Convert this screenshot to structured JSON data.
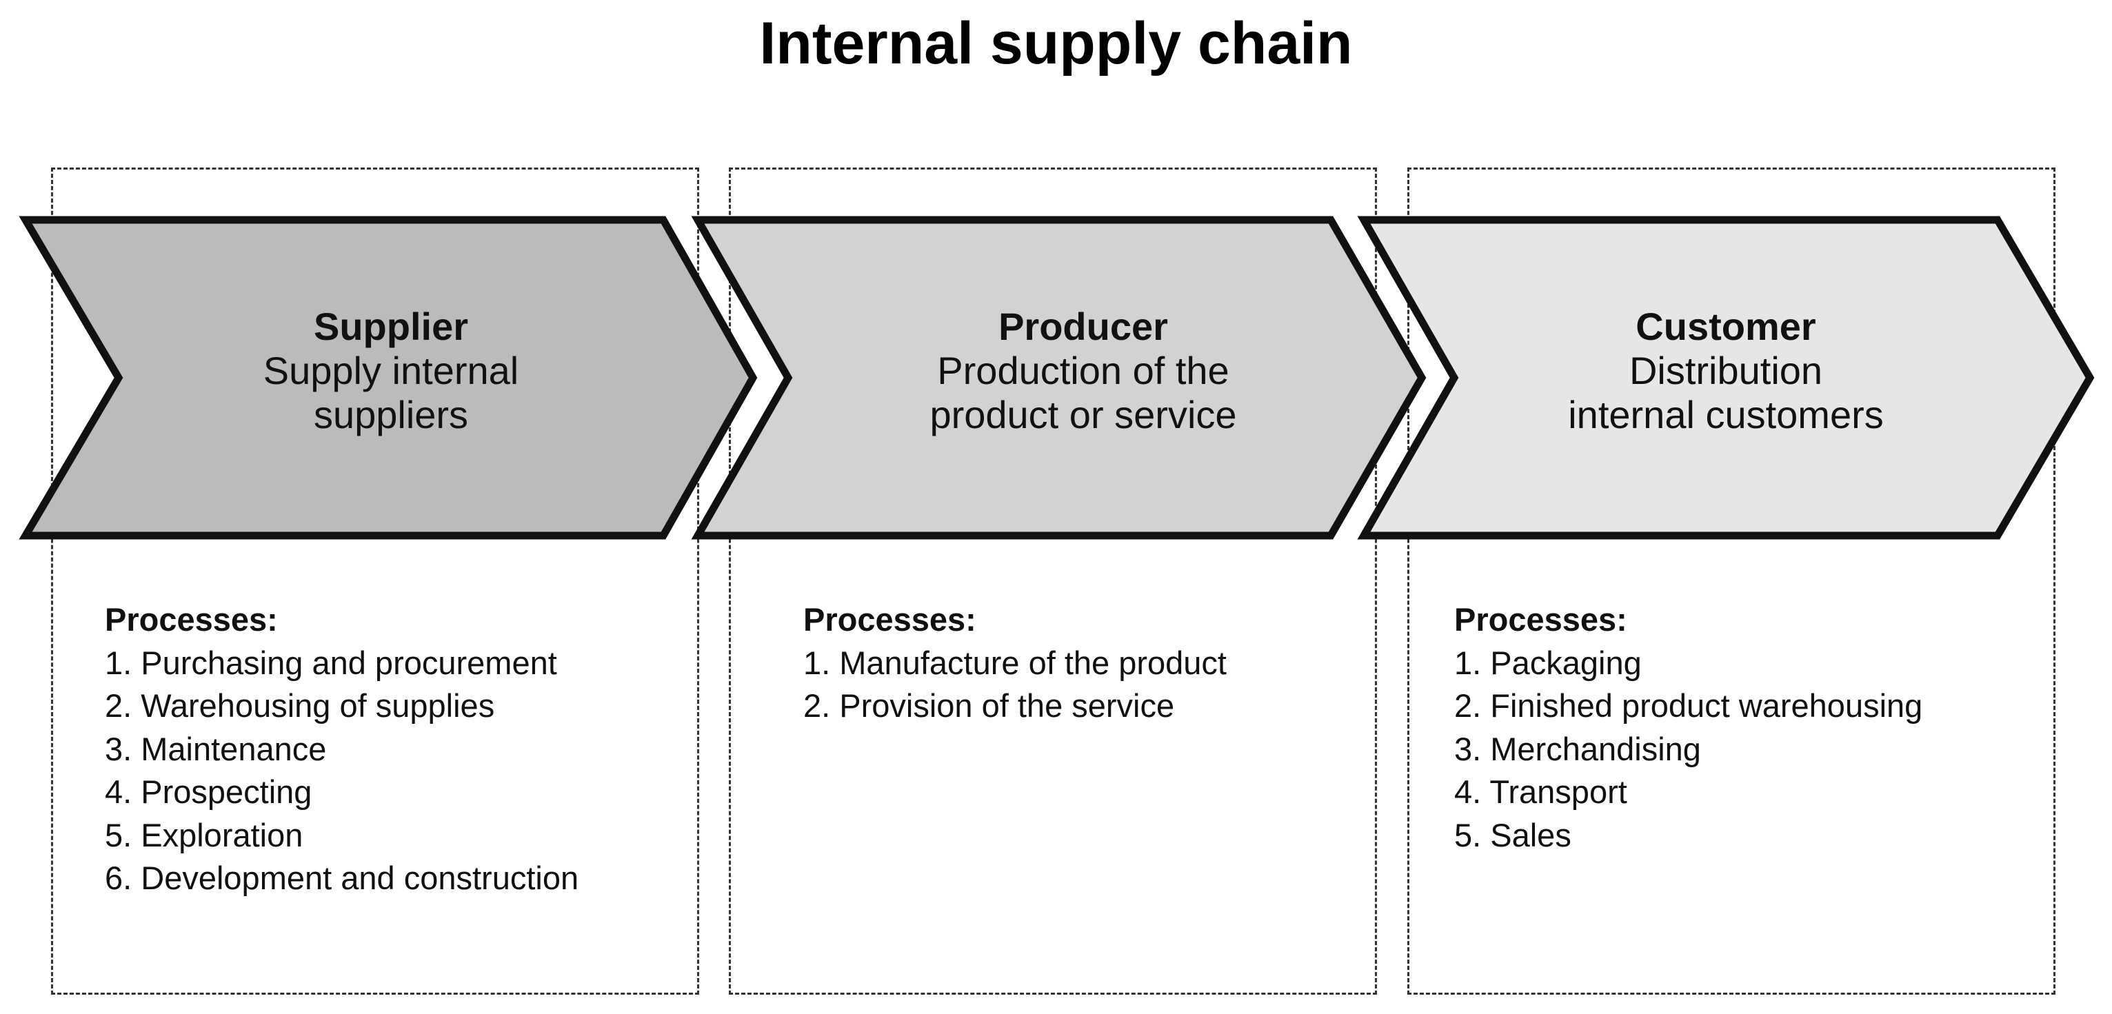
{
  "title": "Internal supply chain",
  "colors": {
    "stage_fills": [
      "#bbbbbd",
      "#d2d2d4",
      "#e6e6e7"
    ],
    "outline": "#111111",
    "dashed_border": "#333333"
  },
  "stages": [
    {
      "name": "Supplier",
      "description_lines": [
        "Supply internal",
        "suppliers"
      ],
      "processes_heading": "Processes:",
      "processes": [
        "1. Purchasing and procurement",
        "2. Warehousing of supplies",
        "3. Maintenance",
        "4. Prospecting",
        "5. Exploration",
        "6. Development and construction"
      ]
    },
    {
      "name": "Producer",
      "description_lines": [
        "Production of the",
        "product or service"
      ],
      "processes_heading": "Processes:",
      "processes": [
        "1. Manufacture of the product",
        "2. Provision of the service"
      ]
    },
    {
      "name": "Customer",
      "description_lines": [
        "Distribution",
        "internal customers"
      ],
      "processes_heading": "Processes:",
      "processes": [
        "1. Packaging",
        "2. Finished product warehousing",
        "3. Merchandising",
        "4. Transport",
        "5. Sales"
      ]
    }
  ]
}
